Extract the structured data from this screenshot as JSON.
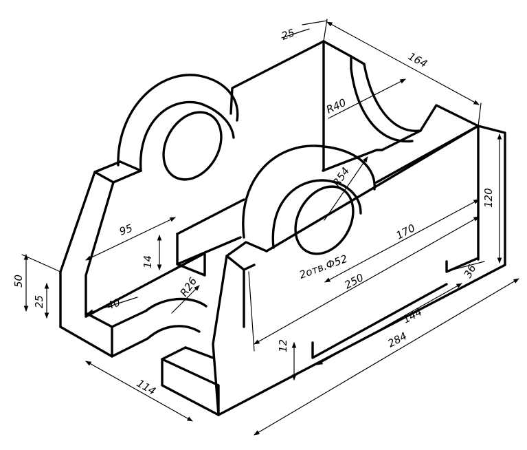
{
  "dimensions": {
    "d25_top": "25",
    "d164": "164",
    "r40": "R40",
    "r54": "R54",
    "d120": "120",
    "d95": "95",
    "d14": "14",
    "d170": "170",
    "holes": "2отв.Ф52",
    "d250": "250",
    "d36": "36",
    "d50": "50",
    "d25_left": "25",
    "d40": "40",
    "r26": "R26",
    "d144": "144",
    "d12": "12",
    "d284": "284",
    "d114": "114"
  }
}
